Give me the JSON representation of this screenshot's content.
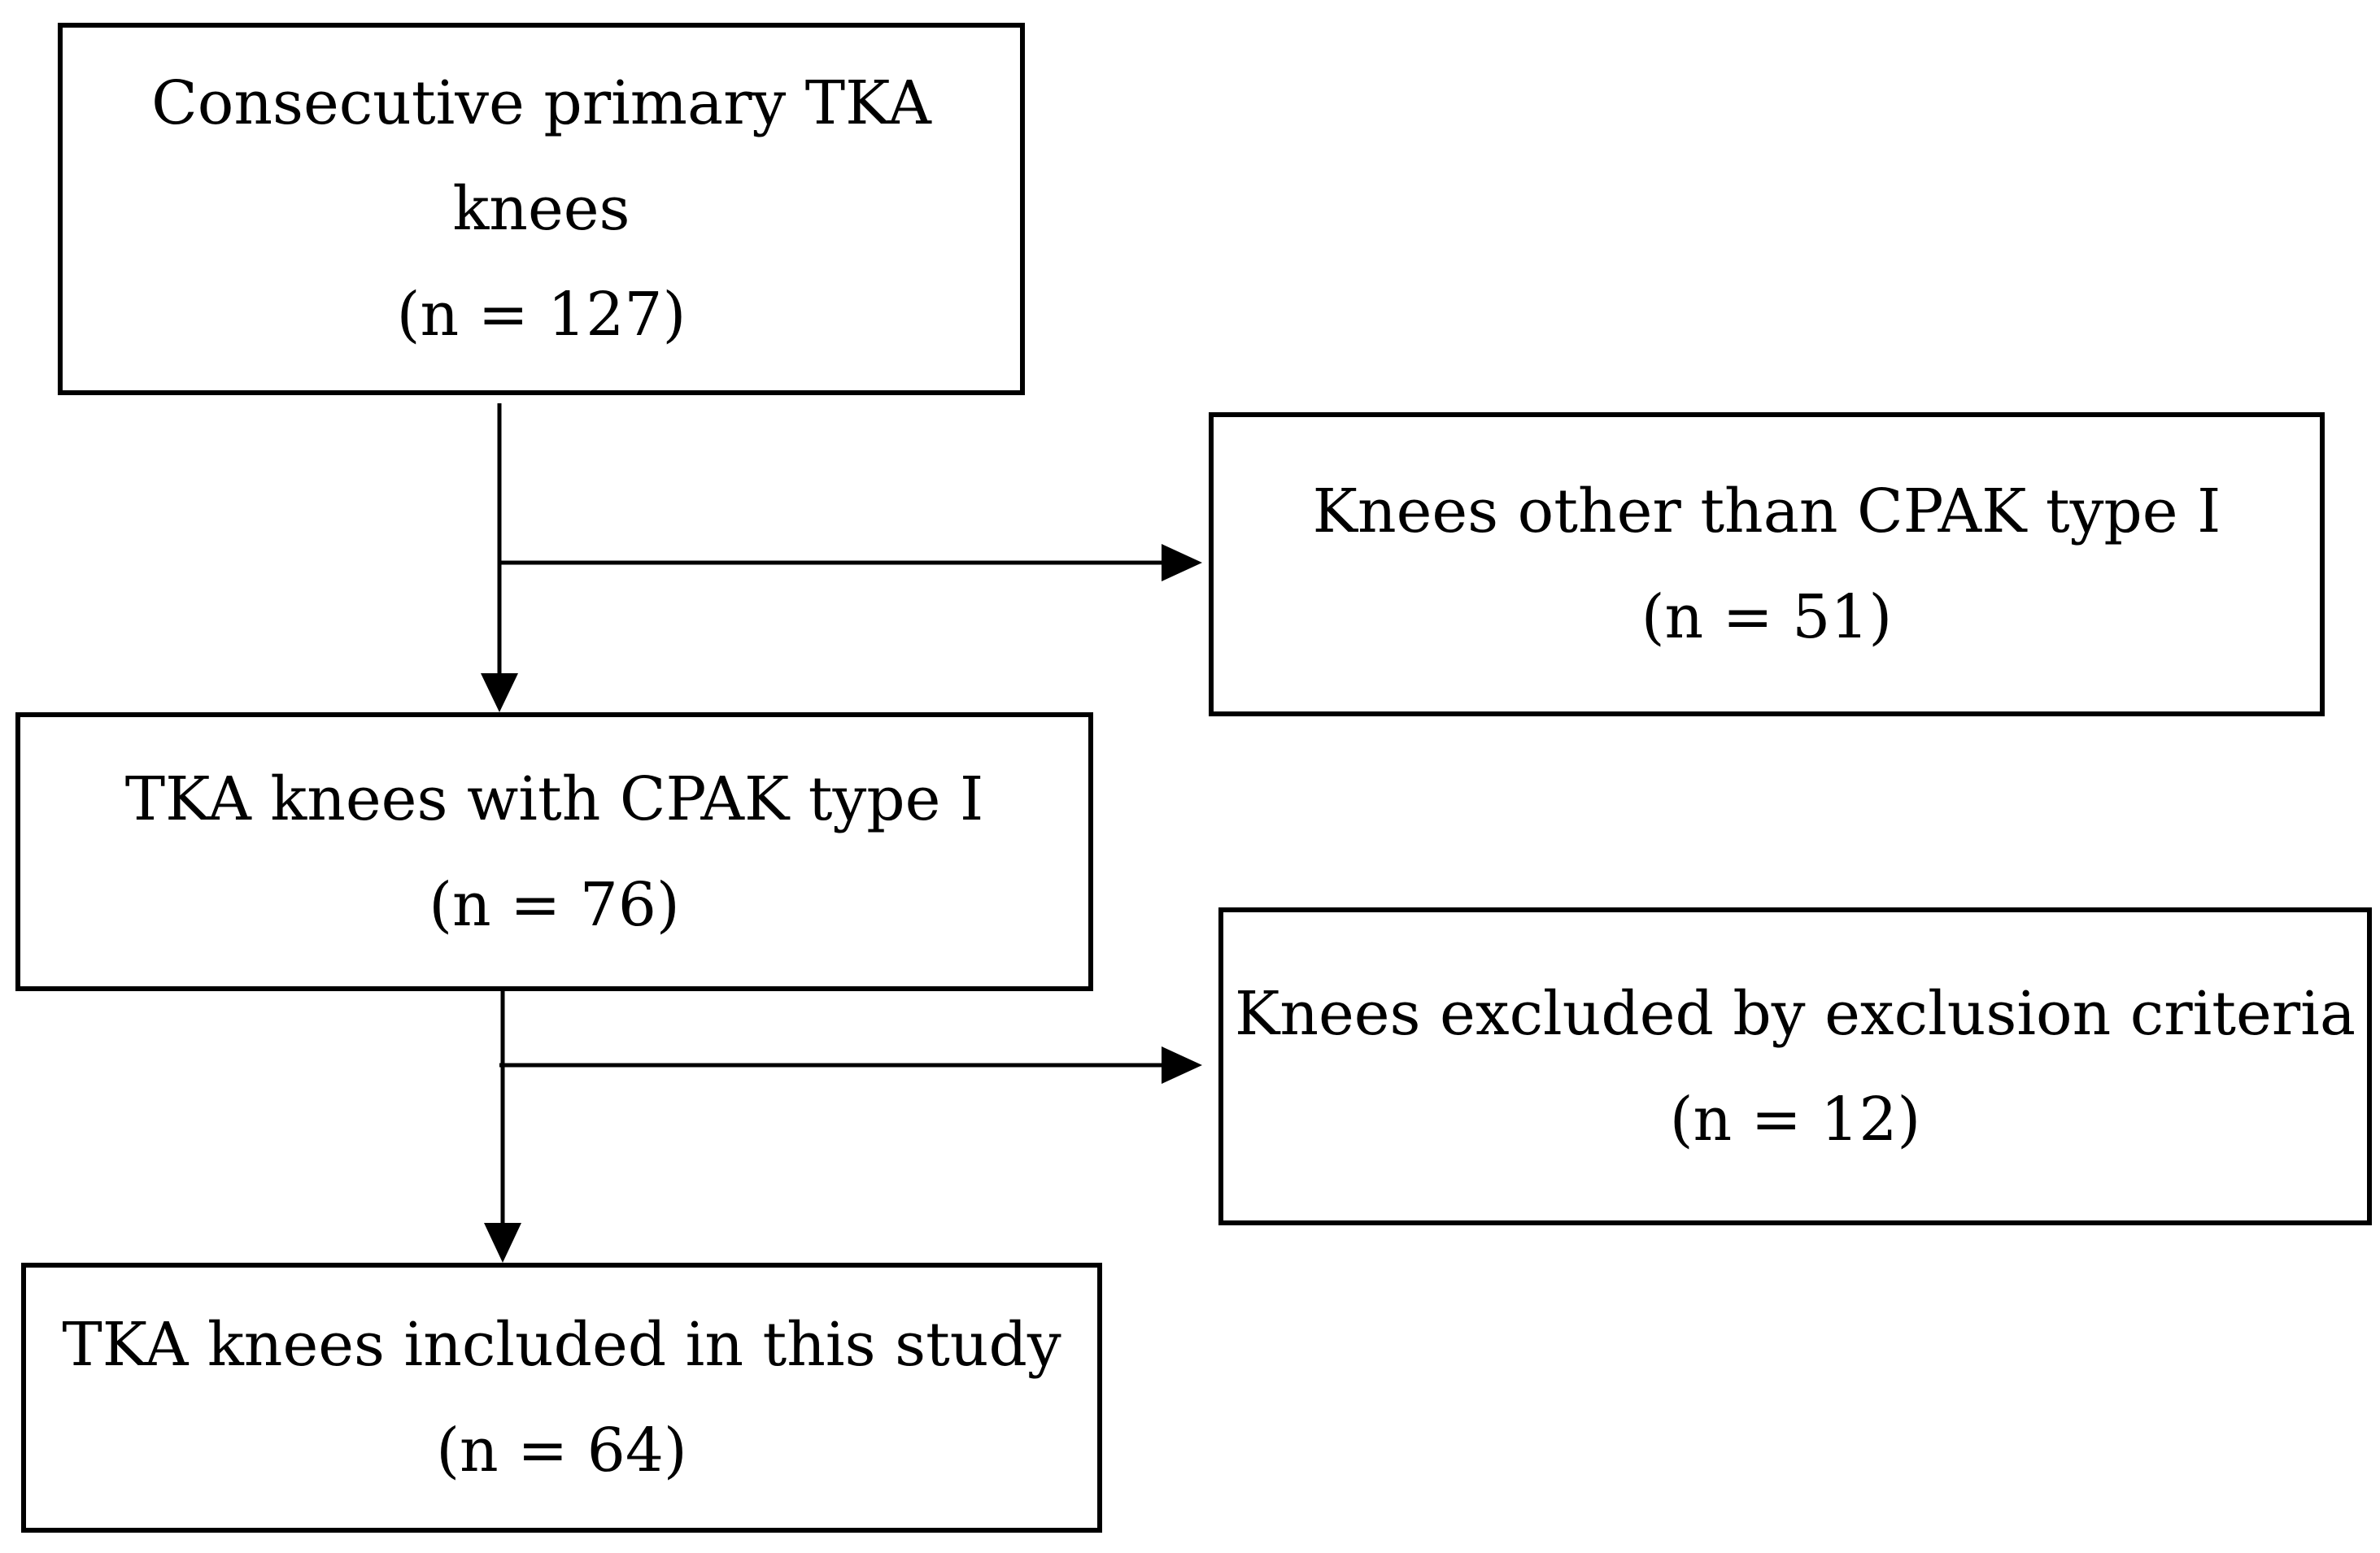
{
  "flowchart": {
    "initial": {
      "lines": [
        "Consecutive primary TKA",
        "knees",
        "(n = 127)"
      ]
    },
    "other_than_cpak": {
      "lines": [
        "Knees other than CPAK type I",
        "(n = 51)"
      ]
    },
    "cpak_type_1": {
      "lines": [
        "TKA knees with CPAK type I",
        "(n = 76)"
      ]
    },
    "excluded": {
      "lines": [
        "Knees excluded by exclusion criteria",
        "(n = 12)"
      ]
    },
    "included": {
      "lines": [
        "TKA knees included in this study",
        "(n = 64)"
      ]
    }
  },
  "colors": {
    "stroke": "#000000",
    "background": "#ffffff"
  }
}
